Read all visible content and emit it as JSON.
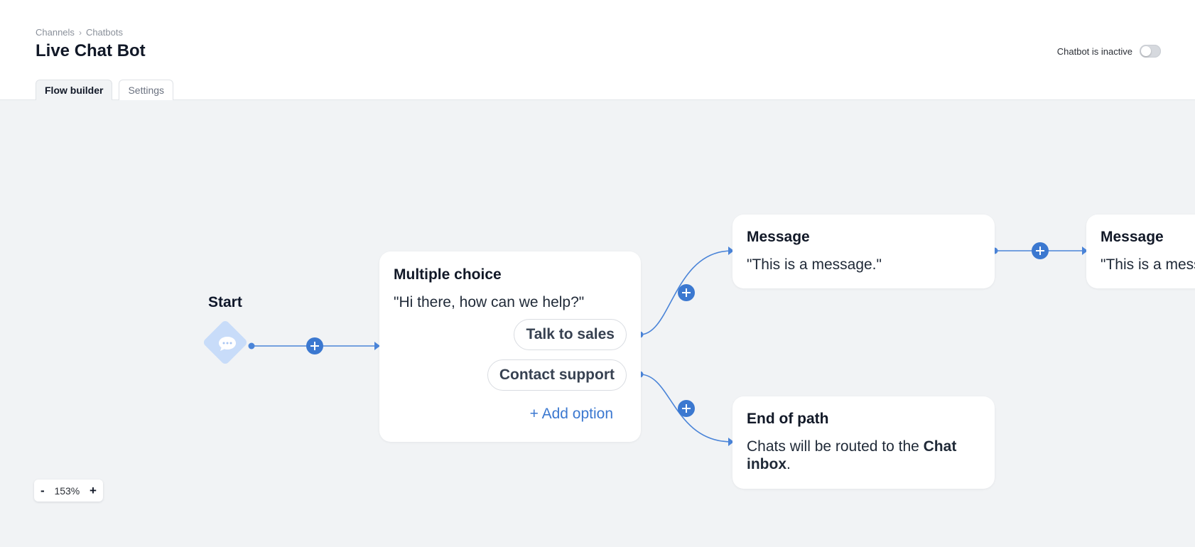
{
  "breadcrumb": {
    "items": [
      "Channels",
      "Chatbots"
    ],
    "separator": "›"
  },
  "page": {
    "title": "Live Chat Bot"
  },
  "status": {
    "label": "Chatbot is inactive",
    "active": false
  },
  "tabs": [
    {
      "label": "Flow builder",
      "active": true
    },
    {
      "label": "Settings",
      "active": false
    }
  ],
  "flow": {
    "start": {
      "label": "Start",
      "icon": "chat-bubble-icon"
    },
    "multiple_choice": {
      "title": "Multiple choice",
      "message": "\"Hi there, how can we help?\"",
      "options": [
        "Talk to sales",
        "Contact support"
      ],
      "add_option": "+ Add option"
    },
    "message_1": {
      "title": "Message",
      "message": "\"This is a message.\""
    },
    "message_2": {
      "title": "Message",
      "message": "\"This is a message.\""
    },
    "end_of_path": {
      "title": "End of path",
      "text_prefix": "Chats will be routed to the ",
      "text_bold": "Chat inbox",
      "text_suffix": "."
    }
  },
  "zoom": {
    "minus": "-",
    "level": "153%",
    "plus": "+"
  },
  "colors": {
    "accent": "#3b78d0",
    "edge": "#4a84d8",
    "canvas": "#f1f3f5",
    "start_node": "#c8dcf9"
  }
}
